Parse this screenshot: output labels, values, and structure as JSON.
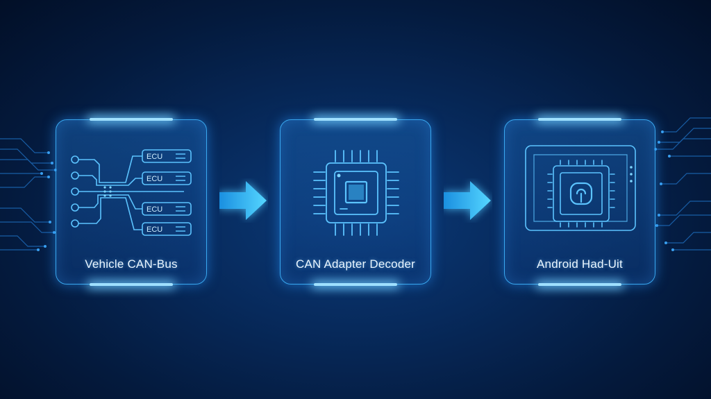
{
  "nodes": [
    {
      "label": "Vehicle CAN-Bus",
      "icon": "can-bus-ecu-icon"
    },
    {
      "label": "CAN Adapter Decoder",
      "icon": "microchip-icon"
    },
    {
      "label": "Android Had-Uit",
      "icon": "head-unit-chip-icon"
    }
  ],
  "ecu_labels": [
    "ECU",
    "ECU",
    "ECU",
    "ECU"
  ],
  "colors": {
    "accent": "#39a8f0",
    "arrow": "#3fc8ff",
    "background": "#041a3d"
  }
}
